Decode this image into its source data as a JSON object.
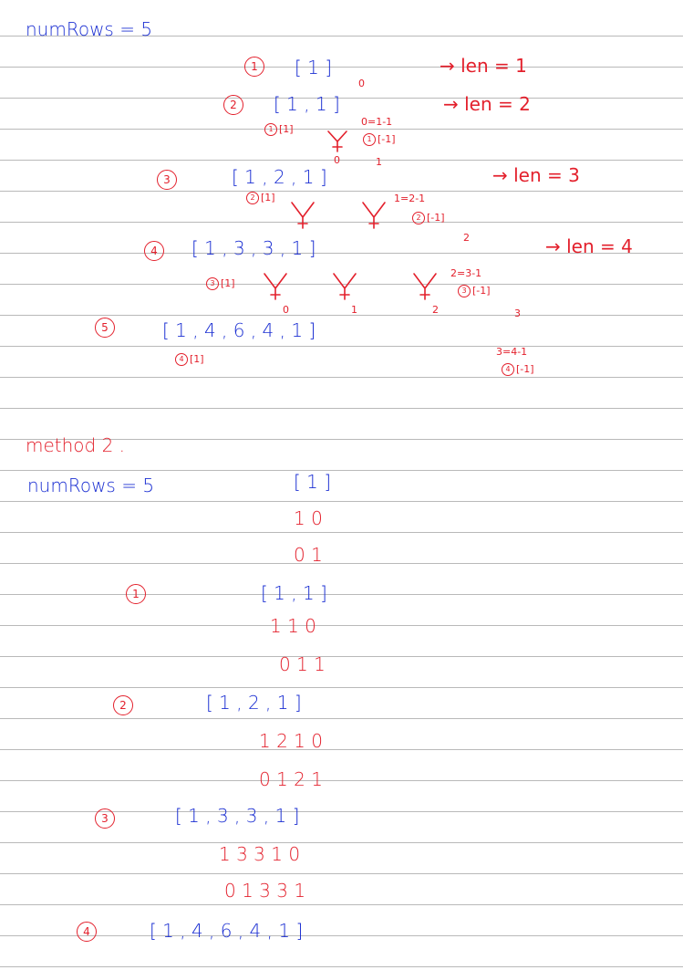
{
  "method1": {
    "header": "numRows = 5",
    "rows": [
      {
        "marker": "1",
        "text": "[ 1 ]",
        "len": "→ len = 1"
      },
      {
        "marker": "2",
        "text": "[ 1 ,  1 ]",
        "len": "→ len = 2"
      },
      {
        "marker": "3",
        "text": "[ 1 ,  2 ,  1 ]",
        "len": "→ len = 3"
      },
      {
        "marker": "4",
        "text": "[ 1  ,  3  ,  3  ,  1 ]",
        "len": "→ len = 4"
      },
      {
        "marker": "5",
        "text": "[ 1  ,  4  ,  6  ,  4  ,  1 ]"
      }
    ],
    "notes": {
      "r2_left": "[1]",
      "r2_eq": "0=1-1",
      "r2_right": "[-1]",
      "r3_left": "[1]",
      "r3_eq": "1=2-1",
      "r3_right": "[-1]",
      "r4_left": "[1]",
      "r4_eq": "2=3-1",
      "r4_right": "[-1]",
      "r5_left": "[1]",
      "r5_eq": "3=4-1",
      "r5_right": "[-1]"
    },
    "digits": {
      "zero": "0",
      "one": "1",
      "two": "2",
      "three": "3"
    }
  },
  "method2": {
    "title": "method 2 .",
    "header": "numRows =  5",
    "start": "[ 1 ]",
    "pairs": [
      {
        "a": "1   0",
        "b": "0   1"
      }
    ],
    "steps": [
      {
        "marker": "1",
        "row": "[ 1  ,  1 ]",
        "shift_left": "1    1    0",
        "shift_right": "0    1    1"
      },
      {
        "marker": "2",
        "row": "[    1  ,  2  ,  1  ]",
        "shift_left": "1    2    1    0",
        "shift_right": "0    1    2    1"
      },
      {
        "marker": "3",
        "row": "[    1  ,    3  ,  3  ,   1   ]",
        "shift_left": "1     3      3     1     0",
        "shift_right": "0     1     3     3     1"
      },
      {
        "marker": "4",
        "row": "[   1  ,   4  ,   6  ,   4  ,  1  ]"
      }
    ]
  }
}
